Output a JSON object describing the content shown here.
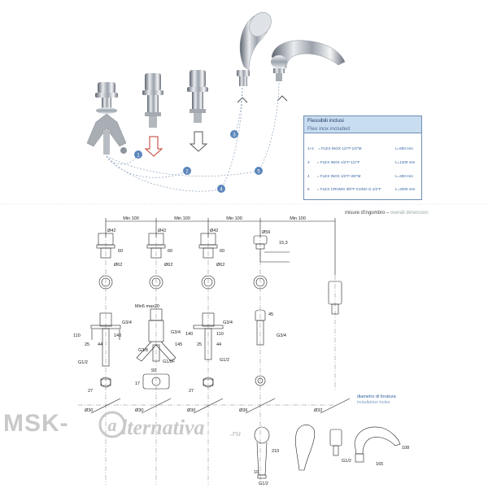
{
  "legend": {
    "title": "Flessibili inclusi",
    "subtitle": "Flex inox included",
    "rows": [
      {
        "code": "1+2",
        "desc": "= FLEX INOX 1/2\"F-1/2\"M",
        "length": "L=600 mm"
      },
      {
        "code": "3",
        "desc": "= FLEX INOX 1/2\"F-1/2\"F",
        "length": "L=1200 mm"
      },
      {
        "code": "4",
        "desc": "= FLEX INOX 1/2\"F-3/8\"M",
        "length": "L=400 mm"
      },
      {
        "code": "5",
        "desc": "= FLEX CROMO 3/8\"F-CONO G.1/2\"F",
        "length": "L=2000 mm"
      }
    ]
  },
  "markers": [
    "1",
    "2",
    "3",
    "4",
    "5"
  ],
  "dimensions": {
    "header_it": "misure d'ingombro",
    "header_en": "overall dimension",
    "min100": "Min 100",
    "d42": "Ø42",
    "d56": "Ø56",
    "d62": "Ø62",
    "d30": "Ø30",
    "d36": "Ø36",
    "d32": "Ø32",
    "h60": "60",
    "h45": "45",
    "h110": "110",
    "h140": "140",
    "h145": "145",
    "h25": "25",
    "h44": "44",
    "h10": "10",
    "h15_3": "15,3",
    "h17": "17",
    "h27": "27",
    "h92": "92",
    "h210": "210",
    "h165": "165",
    "h108": "108",
    "g34": "G3/4",
    "g12": "G1/2",
    "g12f": "G1/2F",
    "g38": "G3/8",
    "max20": "Min5 max20"
  },
  "installation": {
    "it": "diametro di foratura",
    "en": "installation holes"
  },
  "watermark": {
    "brand": "MSK-",
    "script": "lternativa",
    "suffix": ".ru"
  }
}
